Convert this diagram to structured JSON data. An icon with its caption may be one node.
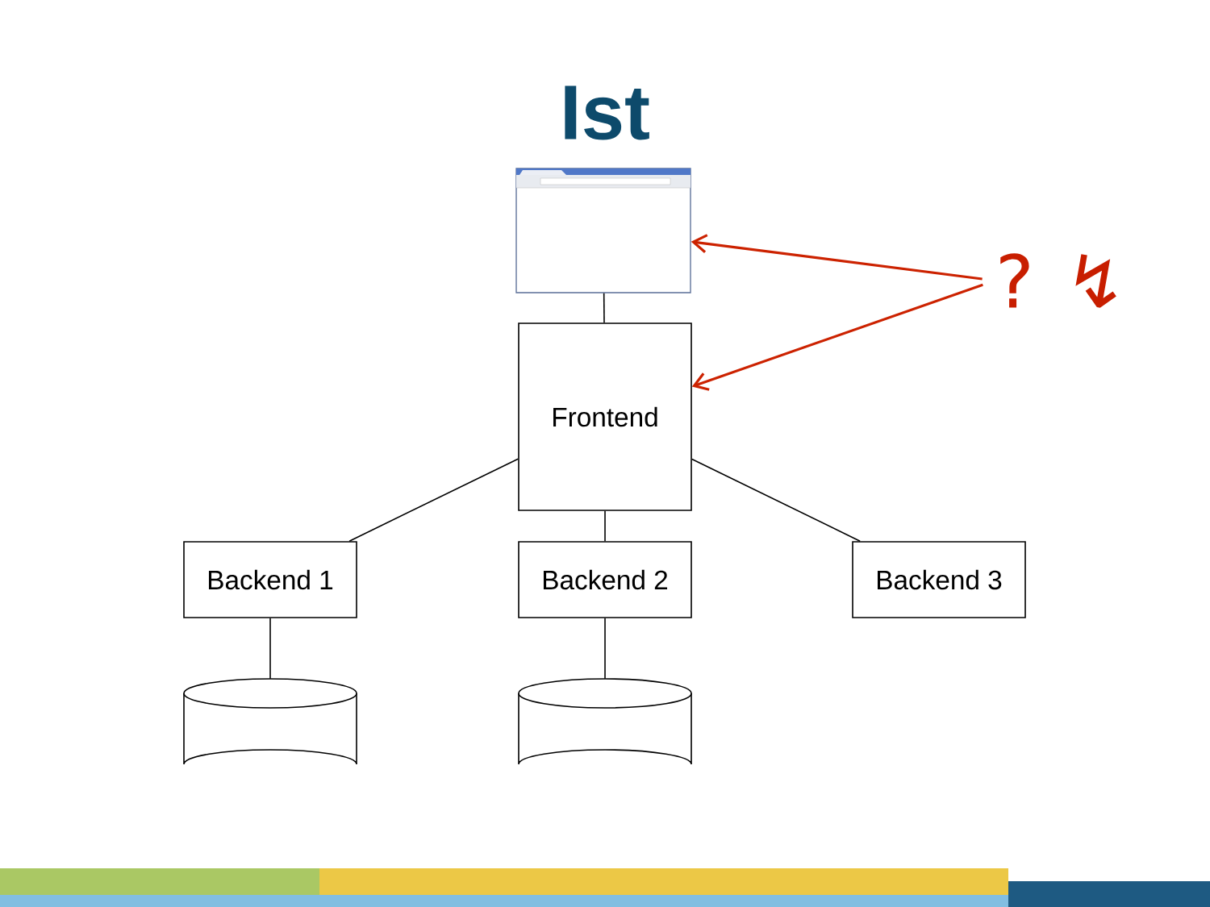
{
  "diagram": {
    "title": "Ist",
    "nodes": [
      {
        "text": [],
        "shape": "picture"
      },
      {
        "text": [
          "Frontend"
        ]
      },
      {
        "text": [
          "Backend 1"
        ]
      },
      {
        "text": [
          "Backend 2"
        ]
      },
      {
        "text": [
          "Backend 3"
        ]
      },
      {
        "text": [],
        "shape": "cylinder"
      },
      {
        "text": [],
        "shape": "cylinder"
      },
      {
        "text": [
          "? ↯"
        ]
      }
    ],
    "edges": [
      {
        "from": 0,
        "to": 1,
        "arrow": "none"
      },
      {
        "from": 1,
        "to": 2,
        "arrow": "none"
      },
      {
        "from": 1,
        "to": 3,
        "arrow": "none"
      },
      {
        "from": 1,
        "to": 4,
        "arrow": "none"
      },
      {
        "from": 2,
        "to": 5,
        "arrow": "none"
      },
      {
        "from": 3,
        "to": 6,
        "arrow": "none"
      },
      {
        "from": 7,
        "to": 0,
        "arrow": "to",
        "color": "#cc2200"
      },
      {
        "from": 7,
        "to": 1,
        "arrow": "to",
        "color": "#cc2200"
      }
    ]
  }
}
